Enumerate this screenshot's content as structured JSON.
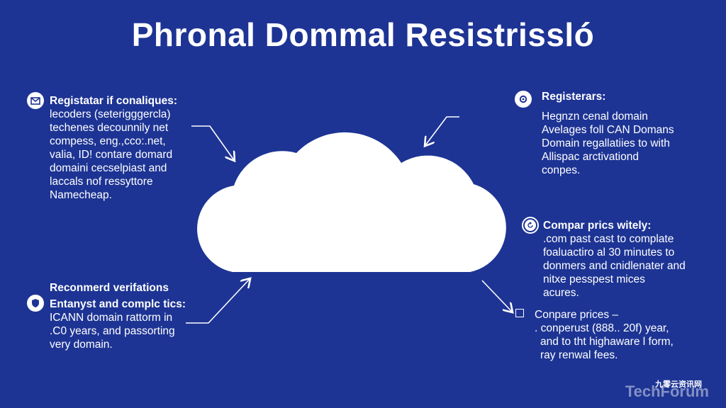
{
  "title": "Phronal Dommal Resistrissló",
  "blocks": {
    "top_left": {
      "heading": "Registatar if conaliques:",
      "lines": [
        "lecoders (seterigggercla)",
        "techenes decounnily net",
        "compess, eng.,cco:.net,",
        "valia, ID! contare domard",
        "domaini cecselpiast and",
        "laccals nof ressyttore",
        "Namecheap."
      ]
    },
    "top_right": {
      "heading": "Registerars:",
      "lines": [
        "Hegnzn cenal domain",
        "Avelages foll CAN Domans",
        "Domain regallatiies to with",
        "Allispac arctivationd",
        "conpes."
      ]
    },
    "mid_right": {
      "heading": "Compar prics witely:",
      "lines": [
        ".com past cast to complate",
        "foaluactiro al 30 minutes to",
        "donmers and cnidlenater and",
        "nitxe pesspest mices",
        "acures."
      ]
    },
    "bottom_left": {
      "heading_top": "Reconmerd verifations",
      "heading": "Entanyst and complc tics:",
      "lines": [
        "ICANN domain rattorm in",
        ".C0 years, and passorting",
        "very domain."
      ]
    },
    "bottom_right": {
      "heading": "Conpare prices –",
      "lines": [
        ". conperust (888.. 20f) year,",
        "and to tht highaware l form,",
        "ray renwal fees."
      ]
    }
  },
  "icons": {
    "top_left": "envelope-icon",
    "top_right": "gear-icon",
    "mid_right": "refresh-icon",
    "bottom_left": "shield-icon",
    "bottom_right": "square-icon"
  },
  "watermark": {
    "cn": "九零云资讯网",
    "en": "TechForum"
  },
  "colors": {
    "background": "#1d3494",
    "foreground": "#ffffff"
  }
}
